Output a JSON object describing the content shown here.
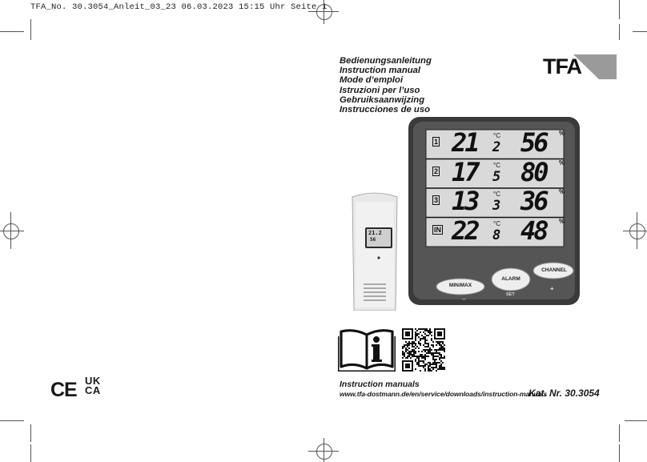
{
  "print_header": "TFA_No. 30.3054_Anleit_03_23  06.03.2023  15:15 Uhr  Seite 1",
  "brand": "TFA",
  "titles": [
    "Bedienungsanleitung",
    "Instruction manual",
    "Mode d’emploi",
    "Istruzioni per l’uso",
    "Gebruiksaanwijzing",
    "Instrucciones de uso"
  ],
  "display": {
    "rows": [
      {
        "channel": "1",
        "temp_main": "21",
        "temp_decimal": "2",
        "humidity": "56"
      },
      {
        "channel": "2",
        "temp_main": "17",
        "temp_decimal": "5",
        "humidity": "80"
      },
      {
        "channel": "3",
        "temp_main": "13",
        "temp_decimal": "3",
        "humidity": "36"
      },
      {
        "channel": "IN",
        "temp_main": "22",
        "temp_decimal": "8",
        "humidity": "48"
      }
    ],
    "unit_temp": "°C",
    "unit_humidity": "%",
    "buttons": {
      "min_max": "MIN/MAX",
      "alarm": "ALARM",
      "channel": "CHANNEL"
    },
    "minus_sign": "–",
    "plus_sign": "+",
    "set_label": "SET"
  },
  "sensor": {
    "temp": "21.2",
    "humidity": "56"
  },
  "compliance": {
    "ce": "CE",
    "ukca_top": "UK",
    "ukca_bottom": "CA"
  },
  "manuals": {
    "title": "Instruction manuals",
    "url": "www.tfa-dostmann.de/en/service/downloads/instruction-manuals",
    "catalog": "Kat. Nr. 30.3054"
  },
  "colors": {
    "device_body": "#3a3a3a",
    "lcd_bg": "#d9d9d9",
    "logo_gray": "#9a9a9a"
  }
}
